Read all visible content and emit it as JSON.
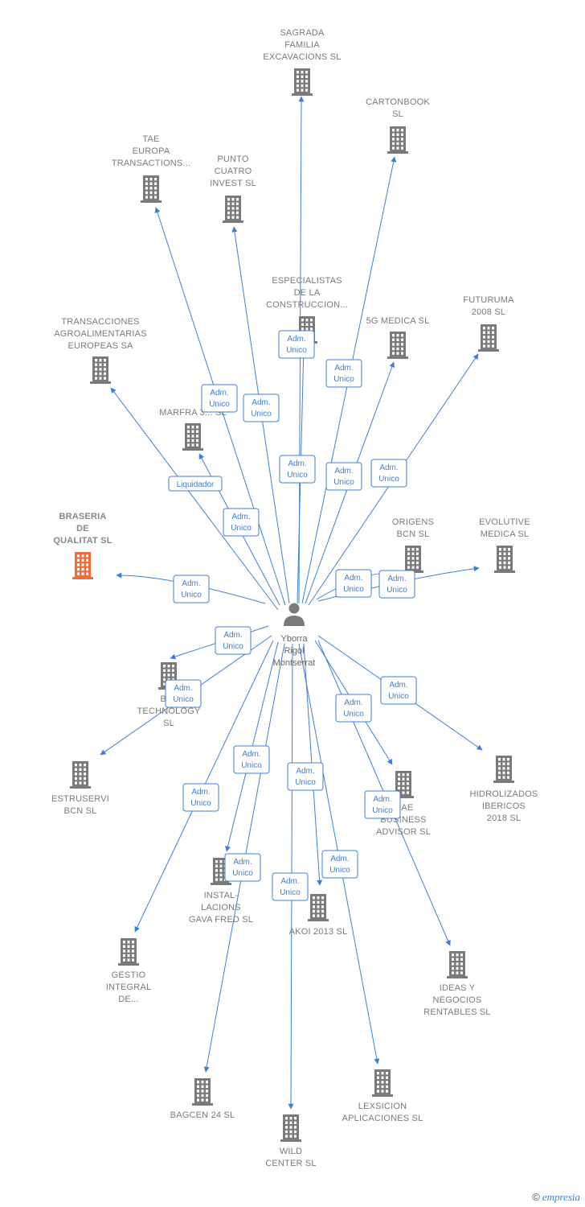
{
  "colors": {
    "edge": "#3d7fd6",
    "building": "#7a7a7a",
    "building_main": "#f26b3a",
    "person": "#7a7a7a"
  },
  "person": {
    "id": "yborra",
    "lines": [
      "Yborra",
      "Rigol",
      "Montserrat"
    ],
    "icon": "person-icon"
  },
  "companies": [
    {
      "id": "sagrada",
      "lines": [
        "SAGRADA",
        "FAMILIA",
        "EXCAVACIONS SL"
      ]
    },
    {
      "id": "cartonbook",
      "lines": [
        "CARTONBOOK",
        "SL"
      ]
    },
    {
      "id": "tae-europa",
      "lines": [
        "TAE",
        "EUROPA",
        "TRANSACTIONS..."
      ]
    },
    {
      "id": "punto-cuatro",
      "lines": [
        "PUNTO",
        "CUATRO",
        "INVEST  SL"
      ]
    },
    {
      "id": "especialistas",
      "lines": [
        "ESPECIALISTAS",
        "DE LA",
        "CONSTRUCCION..."
      ]
    },
    {
      "id": "futuruma",
      "lines": [
        "FUTURUMA",
        "2008 SL"
      ]
    },
    {
      "id": "5g-medica",
      "lines": [
        "5G MEDICA  SL"
      ]
    },
    {
      "id": "transacciones",
      "lines": [
        "TRANSACCIONES",
        "AGROALIMENTARIAS",
        "EUROPEAS SA"
      ]
    },
    {
      "id": "marfra",
      "lines": [
        "MARFRA 3... SL"
      ]
    },
    {
      "id": "braseria",
      "lines": [
        "BRASERIA",
        "DE",
        "QUALITAT  SL"
      ],
      "main": true
    },
    {
      "id": "origens",
      "lines": [
        "ORIGENS",
        "BCN  SL"
      ]
    },
    {
      "id": "evolutive",
      "lines": [
        "EVOLUTIVE",
        "MEDICA  SL"
      ]
    },
    {
      "id": "b-technology",
      "lines": [
        "B-...",
        "TECHNOLOGY",
        "SL"
      ]
    },
    {
      "id": "estruservi",
      "lines": [
        "ESTRUSERVI",
        "BCN SL"
      ]
    },
    {
      "id": "hidrolizados",
      "lines": [
        "HIDROLIZADOS",
        "IBERICOS",
        "2018  SL"
      ]
    },
    {
      "id": "tae-business",
      "lines": [
        "...AE",
        "BUSINESS",
        "ADVISOR  SL"
      ]
    },
    {
      "id": "instal",
      "lines": [
        "INSTAL-",
        "LACIONS",
        "GAVA FRED SL"
      ]
    },
    {
      "id": "akoi",
      "lines": [
        "AKOI 2013  SL"
      ]
    },
    {
      "id": "gestio",
      "lines": [
        "GESTIO",
        "INTEGRAL",
        "DE..."
      ]
    },
    {
      "id": "ideas",
      "lines": [
        "IDEAS Y",
        "NEGOCIOS",
        "RENTABLES SL"
      ]
    },
    {
      "id": "bagcen",
      "lines": [
        "BAGCEN 24  SL"
      ]
    },
    {
      "id": "lexsicion",
      "lines": [
        "LEXSICION",
        "APLICACIONES SL"
      ]
    },
    {
      "id": "wild",
      "lines": [
        "WILD",
        "CENTER SL"
      ]
    }
  ],
  "edges": [
    {
      "target": "sagrada",
      "role": [
        "Adm.",
        "Unico"
      ]
    },
    {
      "target": "cartonbook",
      "role": [
        "Adm.",
        "Unico"
      ]
    },
    {
      "target": "tae-europa",
      "role": [
        "Adm.",
        "Unico"
      ]
    },
    {
      "target": "punto-cuatro",
      "role": [
        "Adm.",
        "Unico"
      ]
    },
    {
      "target": "especialistas",
      "role": [
        "Adm.",
        "Unico"
      ]
    },
    {
      "target": "futuruma",
      "role": [
        "Adm.",
        "Unico"
      ]
    },
    {
      "target": "5g-medica",
      "role": [
        "Adm.",
        "Unico"
      ]
    },
    {
      "target": "transacciones",
      "role": [
        "Liquidador"
      ]
    },
    {
      "target": "marfra",
      "role": [
        "Adm.",
        "Unico"
      ]
    },
    {
      "target": "braseria",
      "role": [
        "Adm.",
        "Unico"
      ]
    },
    {
      "target": "origens",
      "role": [
        "Adm.",
        "Unico"
      ]
    },
    {
      "target": "evolutive",
      "role": [
        "Adm.",
        "Unico"
      ]
    },
    {
      "target": "b-technology",
      "role": [
        "Adm.",
        "Unico"
      ]
    },
    {
      "target": "estruservi",
      "role": [
        "Adm.",
        "Unico"
      ]
    },
    {
      "target": "hidrolizados",
      "role": [
        "Adm.",
        "Unico"
      ]
    },
    {
      "target": "tae-business",
      "role": [
        "Adm.",
        "Unico"
      ]
    },
    {
      "target": "instal",
      "role": [
        "Adm.",
        "Unico"
      ]
    },
    {
      "target": "akoi",
      "role": [
        "Adm.",
        "Unico"
      ]
    },
    {
      "target": "gestio",
      "role": [
        "Adm.",
        "Unico"
      ]
    },
    {
      "target": "ideas",
      "role": [
        "Adm.",
        "Unico"
      ]
    },
    {
      "target": "bagcen",
      "role": [
        "Adm.",
        "Unico"
      ]
    },
    {
      "target": "lexsicion",
      "role": [
        "Adm.",
        "Unico"
      ]
    },
    {
      "target": "wild",
      "role": [
        "Adm.",
        "Unico"
      ]
    }
  ],
  "watermark": {
    "copyright": "©",
    "brand": "empresia"
  }
}
